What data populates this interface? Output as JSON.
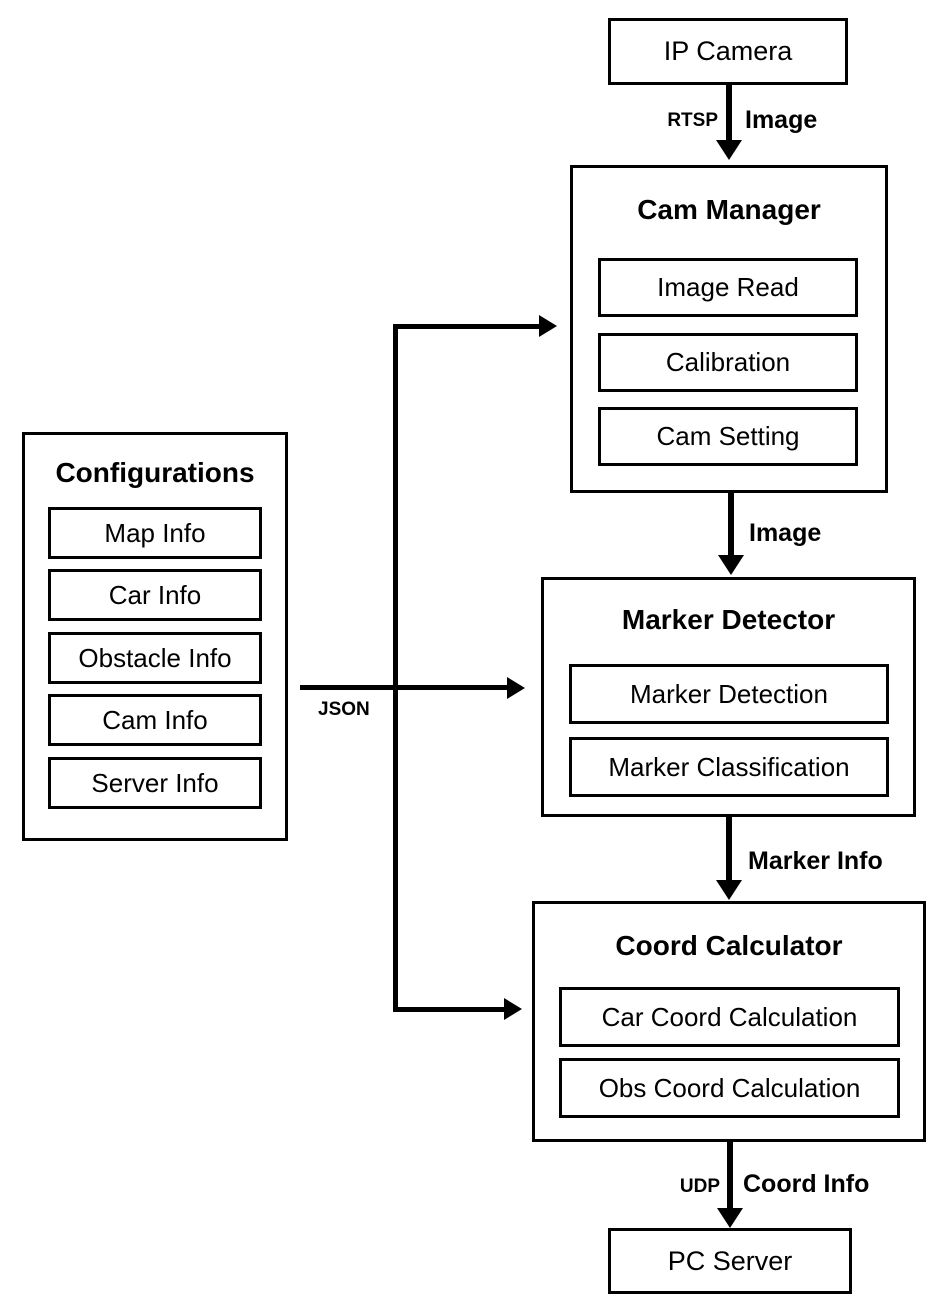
{
  "diagram": {
    "nodes": {
      "ip_camera": {
        "label": "IP Camera"
      },
      "cam_manager": {
        "title": "Cam Manager",
        "items": [
          "Image Read",
          "Calibration",
          "Cam Setting"
        ]
      },
      "marker_detector": {
        "title": "Marker Detector",
        "items": [
          "Marker Detection",
          "Marker Classification"
        ]
      },
      "coord_calculator": {
        "title": "Coord Calculator",
        "items": [
          "Car Coord Calculation",
          "Obs Coord Calculation"
        ]
      },
      "pc_server": {
        "label": "PC Server"
      },
      "configurations": {
        "title": "Configurations",
        "items": [
          "Map Info",
          "Car Info",
          "Obstacle Info",
          "Cam Info",
          "Server Info"
        ]
      }
    },
    "edges": {
      "camera_to_manager": {
        "protocol": "RTSP",
        "payload": "Image"
      },
      "manager_to_detector": {
        "payload": "Image"
      },
      "detector_to_calculator": {
        "payload": "Marker Info"
      },
      "calculator_to_server": {
        "protocol": "UDP",
        "payload": "Coord Info"
      },
      "config_fanout": {
        "protocol": "JSON"
      }
    },
    "colors": {
      "line": "#000000",
      "background": "#ffffff"
    }
  }
}
